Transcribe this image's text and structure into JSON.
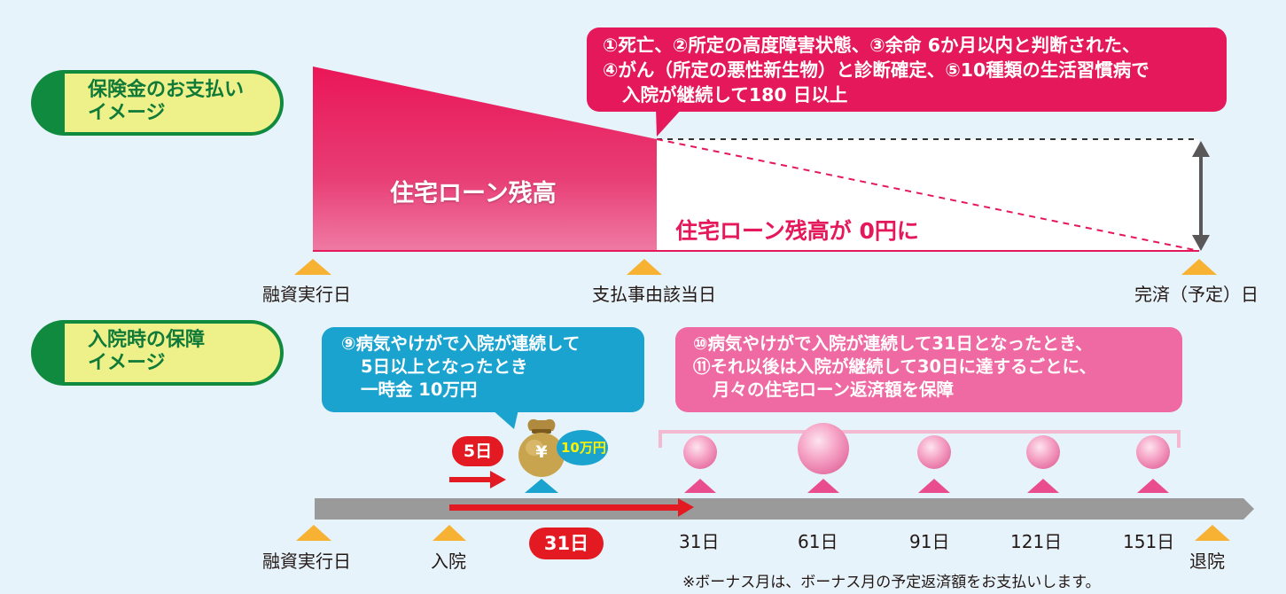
{
  "colors": {
    "background": "#e6f3fb",
    "loan_area": "#e4185a",
    "callout_blue": "#1aa3cf",
    "callout_pink": "#ef6aa2",
    "tab_green": "#0f8a3e",
    "tab_yellow": "#eef08a",
    "timeline_gray": "#9a9a9a",
    "marker_orange": "#f7b233",
    "arrow_red": "#e41a23"
  },
  "section1": {
    "tab_label": "保険金のお支払い\nイメージ",
    "callout": {
      "line1": "①死亡、②所定の高度障害状態、③余命 6か月以内と判断された、",
      "line2": "④がん（所定の悪性新生物）と診断確定、⑤10種類の生活習慣病で",
      "line3": "入院が継続して180 日以上"
    },
    "loan_balance_label": "住宅ローン残高",
    "zero_balance_label": "住宅ローン残高が 0円に",
    "markers": [
      "融資実行日",
      "支払事由該当日",
      "完済（予定）日"
    ]
  },
  "section2": {
    "tab_label": "入院時の保障\nイメージ",
    "callout_left": {
      "line1": "⑨病気やけがで入院が連続して",
      "line2": "5日以上となったとき",
      "line3": "一時金 10万円"
    },
    "callout_right": {
      "line1": "⑩病気やけがで入院が連続して31日となったとき、",
      "line2": "⑪それ以後は入院が継続して30日に達するごとに、",
      "line3": "月々の住宅ローン返済額を保障"
    },
    "badge_5days": "5日",
    "badge_31days": "31日",
    "money_bag_symbol": "¥",
    "money_amount": "10万円",
    "day_labels": [
      "31日",
      "61日",
      "91日",
      "121日",
      "151日"
    ],
    "markers": [
      "融資実行日",
      "入院",
      "退院"
    ],
    "footnote": "※ボーナス月は、ボーナス月の予定返済額をお支払いします。"
  }
}
